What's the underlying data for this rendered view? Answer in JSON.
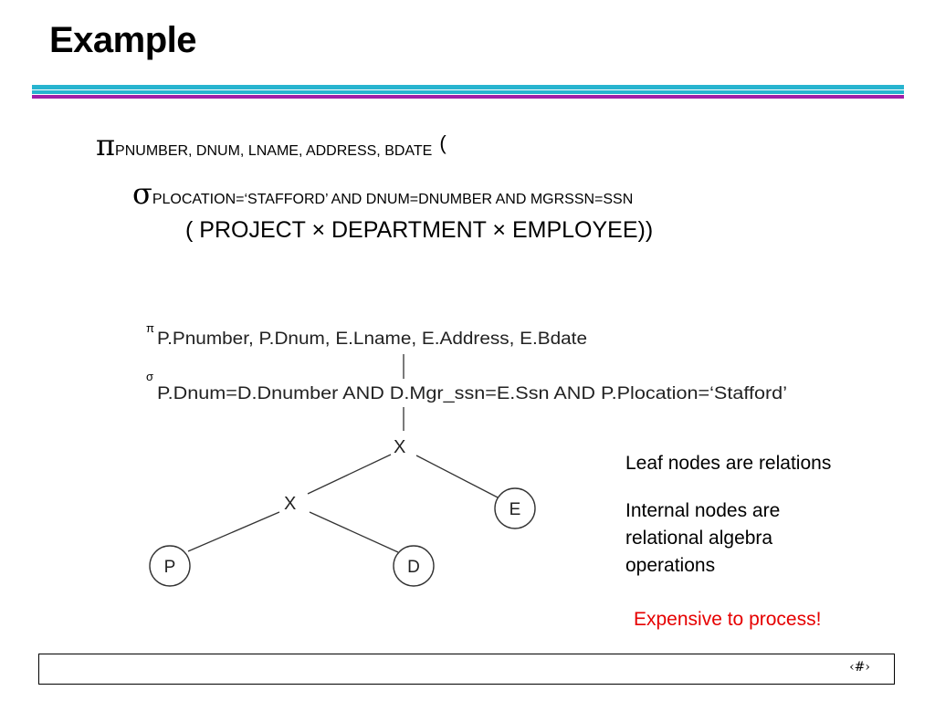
{
  "slide": {
    "title": "Example"
  },
  "expression": {
    "pi_symbol": "π",
    "pi_subscript": "PNUMBER, DNUM, LNAME, ADDRESS, BDATE",
    "open_paren": "(",
    "sigma_symbol": "σ",
    "sigma_subscript": "PLOCATION=‘STAFFORD’ AND DNUM=DNUMBER AND MGRSSN=SSN",
    "product_line": "( PROJECT × DEPARTMENT × EMPLOYEE))"
  },
  "tree": {
    "projection_symbol": "π",
    "projection_text": "P.Pnumber, P.Dnum, E.Lname, E.Address, E.Bdate",
    "selection_symbol": "σ",
    "selection_text": "P.Dnum=D.Dnumber AND D.Mgr_ssn=E.Ssn AND P.Plocation=‘Stafford’",
    "product_top": "X",
    "product_inner": "X",
    "leaf_p": "P",
    "leaf_d": "D",
    "leaf_e": "E"
  },
  "notes": {
    "leaf_nodes": "Leaf nodes are relations",
    "internal_nodes": "Internal nodes are relational algebra operations",
    "expensive": "Expensive to process!"
  },
  "footer": {
    "slide_number": "‹#›"
  },
  "colors": {
    "rule_cyan": "#27b4cf",
    "rule_purple": "#a11fa8",
    "warning_red": "#e60000"
  }
}
